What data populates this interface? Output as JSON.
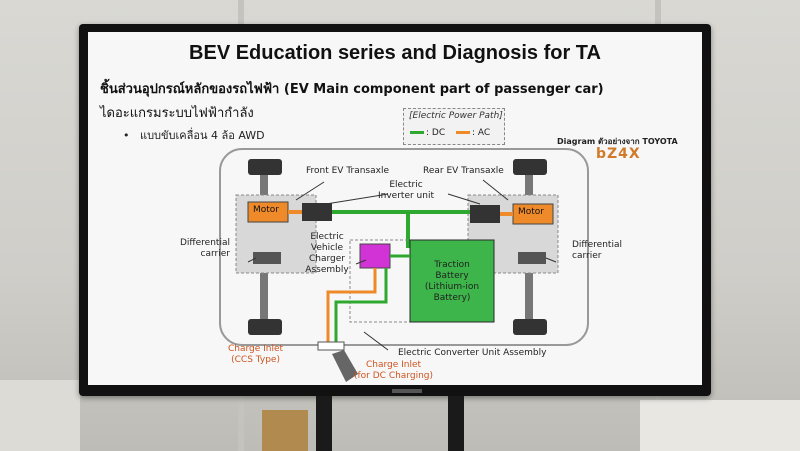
{
  "slide": {
    "title": "BEV Education series and Diagnosis for TA",
    "subtitle": "ชิ้นส่วนอุปกรณ์หลักของรถไฟฟ้า (EV Main component part of passenger car)",
    "diagram_heading": "ไดอะแกรมระบบไฟฟ้ากำลัง",
    "bullet": "แบบขับเคลื่อน 4 ล้อ AWD",
    "legend": {
      "title": "[Electric Power Path]",
      "dc_label": ": DC",
      "ac_label": ": AC"
    },
    "source_label": "Diagram ตัวอย่างจาก TOYOTA",
    "model_logo": "bZ4X",
    "labels": {
      "front_transaxle": "Front EV Transaxle",
      "rear_transaxle": "Rear EV Transaxle",
      "inverter": "Electric\nInverter unit",
      "motor_front": "Motor",
      "motor_rear": "Motor",
      "diff_left": "Differential\ncarrier",
      "diff_right": "Differential\ncarrier",
      "charger": "Electric\nVehicle\nCharger\nAssembly",
      "battery": "Traction\nBattery\n(Lithium-ion\nBattery)",
      "converter": "Electric Converter Unit Assembly",
      "charge_inlet_ccs": "Charge Inlet\n(CCS Type)",
      "charge_inlet_dc": "Charge Inlet\n(for DC Charging)"
    }
  },
  "colors": {
    "dc": "#2fa82f",
    "ac": "#ef8a2a",
    "battery": "#3db54a",
    "charger": "#d233d6",
    "motor": "#ef8a2a"
  }
}
